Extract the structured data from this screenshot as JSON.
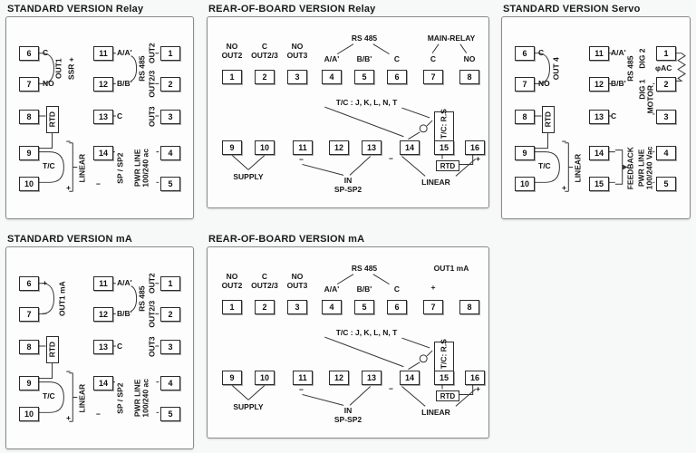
{
  "std_relay": {
    "title": "STANDARD VERSION Relay",
    "terminals": {
      "t1": "1",
      "t2": "2",
      "t3": "3",
      "t4": "4",
      "t5": "5",
      "t6": "6",
      "t7": "7",
      "t8": "8",
      "t9": "9",
      "t10": "10",
      "t11": "11",
      "t12": "12",
      "t13": "13",
      "t14": "14"
    },
    "labels": {
      "c_out1": "C",
      "no_out1": "NO",
      "out1": "OUT1",
      "ssr": "SSR +",
      "rtd": "RTD",
      "tc": "T/C",
      "minus": "−",
      "plus": "+",
      "linear": "LINEAR",
      "aa": "A/A'",
      "bb": "B/B'",
      "rs485": "RS 485",
      "c_rs485": "C",
      "minus_sp": "−",
      "sp_sp2": "SP / SP2",
      "pwr": "PWR LINE\n100/240 ac",
      "out2": "OUT2",
      "out23": "OUT2/3",
      "out3": "OUT3"
    }
  },
  "rear_relay": {
    "title": "REAR-OF-BOARD VERSION Relay",
    "terminals": {
      "t1": "1",
      "t2": "2",
      "t3": "3",
      "t4": "4",
      "t5": "5",
      "t6": "6",
      "t7": "7",
      "t8": "8",
      "t9": "9",
      "t10": "10",
      "t11": "11",
      "t12": "12",
      "t13": "13",
      "t14": "14",
      "t15": "15",
      "t16": "16"
    },
    "labels": {
      "no_out2": "NO\nOUT2",
      "c_out23": "C\nOUT2/3",
      "no_out3": "NO\nOUT3",
      "rs485": "RS 485",
      "aa": "A/A'",
      "bb": "B/B'",
      "c": "C",
      "main_relay": "MAIN-RELAY",
      "mr_c": "C",
      "mr_no": "NO",
      "tc_types": "T/C : J, K, L, N, T",
      "supply": "SUPPLY",
      "minus_in": "−",
      "in_sp": "IN\nSP-SP2",
      "tc_rs": "T/C: R.S",
      "rtd": "RTD",
      "linear": "LINEAR",
      "minus": "−",
      "plus": "+"
    }
  },
  "std_servo": {
    "title": "STANDARD VERSION Servo",
    "terminals": {
      "t1": "1",
      "t2": "2",
      "t3": "3",
      "t4": "4",
      "t5": "5",
      "t6": "6",
      "t7": "7",
      "t8": "8",
      "t9": "9",
      "t10": "10",
      "t11": "11",
      "t12": "12",
      "t13": "13",
      "t14": "14",
      "t15": "15"
    },
    "labels": {
      "c_out4": "C",
      "no_out4": "NO",
      "out4": "OUT 4",
      "rtd": "RTD",
      "tc": "T/C",
      "minus": "−",
      "plus": "+",
      "linear": "LINEAR",
      "aa": "A/A'",
      "bb": "B/B'",
      "rs485": "RS 485",
      "c_rs485": "C",
      "dig1": "DIG 1",
      "dig2": "DIG 2",
      "motor": "MOTOR",
      "phi_ac": "φAC",
      "feedback": "FEEDBACK",
      "pwr": "PWR LINE\n100/240 Vac"
    }
  },
  "std_ma": {
    "title": "STANDARD VERSION mA",
    "terminals": {
      "t1": "1",
      "t2": "2",
      "t3": "3",
      "t4": "4",
      "t5": "5",
      "t6": "6",
      "t7": "7",
      "t8": "8",
      "t9": "9",
      "t10": "10",
      "t11": "11",
      "t12": "12",
      "t13": "13",
      "t14": "14"
    },
    "labels": {
      "plus_out1": "+",
      "minus_out1": "−",
      "out1_ma": "OUT1 mA",
      "rtd": "RTD",
      "tc": "T/C",
      "minus": "−",
      "plus": "+",
      "linear": "LINEAR",
      "aa": "A/A'",
      "bb": "B/B'",
      "rs485": "RS 485",
      "c_rs485": "C",
      "minus_sp": "−",
      "sp_sp2": "SP / SP2",
      "pwr": "PWR LINE\n100/240 ac",
      "out2": "OUT2",
      "out23": "OUT2/3",
      "out3": "OUT3"
    }
  },
  "rear_ma": {
    "title": "REAR-OF-BOARD VERSION mA",
    "terminals": {
      "t1": "1",
      "t2": "2",
      "t3": "3",
      "t4": "4",
      "t5": "5",
      "t6": "6",
      "t7": "7",
      "t8": "8",
      "t9": "9",
      "t10": "10",
      "t11": "11",
      "t12": "12",
      "t13": "13",
      "t14": "14",
      "t15": "15",
      "t16": "16"
    },
    "labels": {
      "no_out2": "NO\nOUT2",
      "c_out23": "C\nOUT2/3",
      "no_out3": "NO\nOUT3",
      "rs485": "RS 485",
      "aa": "A/A'",
      "bb": "B/B'",
      "c": "C",
      "out1_ma": "OUT1 mA",
      "plus_out1": "+",
      "tc_types": "T/C : J, K, L, N, T",
      "supply": "SUPPLY",
      "minus_in": "−",
      "in_sp": "IN\nSP-SP2",
      "tc_rs": "T/C: R.S",
      "rtd": "RTD",
      "linear": "LINEAR",
      "minus": "−",
      "plus": "+"
    }
  }
}
